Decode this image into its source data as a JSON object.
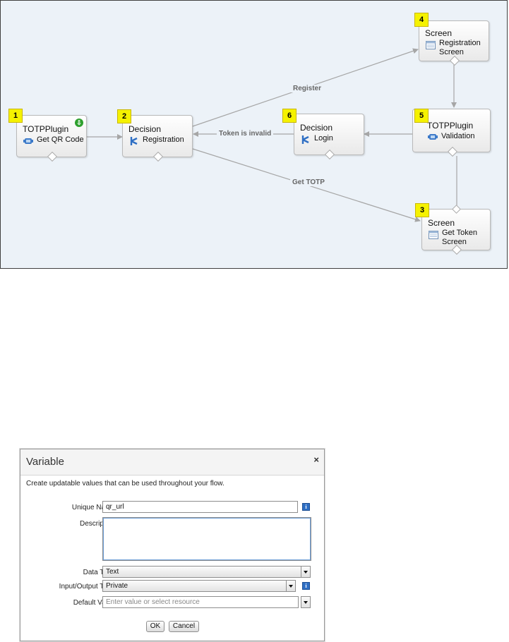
{
  "flow": {
    "nodes": {
      "n1": {
        "badge": "1",
        "type": "TOTPPlugin",
        "label": "Get QR Code",
        "icon": "apex-plugin-icon"
      },
      "n2": {
        "badge": "2",
        "type": "Decision",
        "label": "Registration",
        "icon": "decision-icon"
      },
      "n6": {
        "badge": "6",
        "type": "Decision",
        "label": "Login",
        "icon": "decision-icon"
      },
      "n4": {
        "badge": "4",
        "type": "Screen",
        "label_line1": "Registration",
        "label_line2": "Screen",
        "icon": "screen-icon"
      },
      "n5": {
        "badge": "5",
        "type": "TOTPPlugin",
        "label": "Validation",
        "icon": "apex-plugin-icon"
      },
      "n3": {
        "badge": "3",
        "type": "Screen",
        "label_line1": "Get Token",
        "label_line2": "Screen",
        "icon": "screen-icon"
      }
    },
    "edges": {
      "register": "Register",
      "token_invalid": "Token is invalid",
      "get_totp": "Get TOTP"
    },
    "start_marker": "start-icon"
  },
  "dialog": {
    "title": "Variable",
    "close_glyph": "×",
    "description": "Create updatable values that can be used throughout your flow.",
    "fields": {
      "unique_name": {
        "label": "Unique Name",
        "value": "qr_url",
        "required_mark": "*",
        "info": "i"
      },
      "description": {
        "label": "Description",
        "value": ""
      },
      "data_type": {
        "label": "Data Type",
        "value": "Text"
      },
      "io_type": {
        "label": "Input/Output Type",
        "value": "Private",
        "info": "i"
      },
      "default_value": {
        "label": "Default Value",
        "placeholder": "Enter value or select resource"
      }
    },
    "buttons": {
      "ok": "OK",
      "cancel": "Cancel"
    }
  },
  "colors": {
    "canvas_bg": "#ecf2f8",
    "badge": "#f5f200",
    "start": "#2ea02e",
    "connector": "#a6a6a6",
    "decision_icon": "#2f6fc4"
  }
}
